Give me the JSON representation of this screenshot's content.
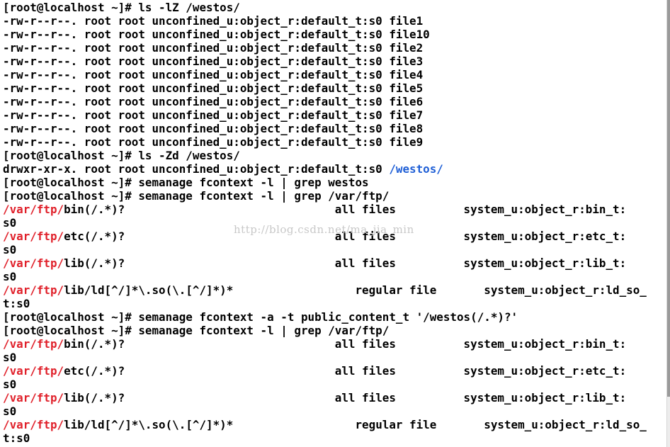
{
  "terminal": {
    "lines": [
      [
        {
          "t": "[root@localhost ~]# ls -lZ /westos/",
          "s": "plain"
        }
      ],
      [
        {
          "t": "-rw-r--r--. root root unconfined_u:object_r:default_t:s0 file1",
          "s": "plain"
        }
      ],
      [
        {
          "t": "-rw-r--r--. root root unconfined_u:object_r:default_t:s0 file10",
          "s": "plain"
        }
      ],
      [
        {
          "t": "-rw-r--r--. root root unconfined_u:object_r:default_t:s0 file2",
          "s": "plain"
        }
      ],
      [
        {
          "t": "-rw-r--r--. root root unconfined_u:object_r:default_t:s0 file3",
          "s": "plain"
        }
      ],
      [
        {
          "t": "-rw-r--r--. root root unconfined_u:object_r:default_t:s0 file4",
          "s": "plain"
        }
      ],
      [
        {
          "t": "-rw-r--r--. root root unconfined_u:object_r:default_t:s0 file5",
          "s": "plain"
        }
      ],
      [
        {
          "t": "-rw-r--r--. root root unconfined_u:object_r:default_t:s0 file6",
          "s": "plain"
        }
      ],
      [
        {
          "t": "-rw-r--r--. root root unconfined_u:object_r:default_t:s0 file7",
          "s": "plain"
        }
      ],
      [
        {
          "t": "-rw-r--r--. root root unconfined_u:object_r:default_t:s0 file8",
          "s": "plain"
        }
      ],
      [
        {
          "t": "-rw-r--r--. root root unconfined_u:object_r:default_t:s0 file9",
          "s": "plain"
        }
      ],
      [
        {
          "t": "[root@localhost ~]# ls -Zd /westos/",
          "s": "plain"
        }
      ],
      [
        {
          "t": "drwxr-xr-x. root root unconfined_u:object_r:default_t:s0 ",
          "s": "plain"
        },
        {
          "t": "/westos/",
          "s": "dir"
        }
      ],
      [
        {
          "t": "[root@localhost ~]# semanage fcontext -l | grep westos",
          "s": "plain"
        }
      ],
      [
        {
          "t": "[root@localhost ~]# semanage fcontext -l | grep /var/ftp/",
          "s": "plain"
        }
      ],
      [
        {
          "t": "/var/ftp/",
          "s": "path"
        },
        {
          "t": "bin(/.*)?                               all files          system_u:object_r:bin_t:",
          "s": "plain"
        }
      ],
      [
        {
          "t": "s0",
          "s": "plain"
        }
      ],
      [
        {
          "t": "/var/ftp/",
          "s": "path"
        },
        {
          "t": "etc(/.*)?                               all files          system_u:object_r:etc_t:",
          "s": "plain"
        }
      ],
      [
        {
          "t": "s0",
          "s": "plain"
        }
      ],
      [
        {
          "t": "/var/ftp/",
          "s": "path"
        },
        {
          "t": "lib(/.*)?                               all files          system_u:object_r:lib_t:",
          "s": "plain"
        }
      ],
      [
        {
          "t": "s0",
          "s": "plain"
        }
      ],
      [
        {
          "t": "/var/ftp/",
          "s": "path"
        },
        {
          "t": "lib/ld[^/]*\\.so(\\.[^/]*)*                  regular file       system_u:object_r:ld_so_",
          "s": "plain"
        }
      ],
      [
        {
          "t": "t:s0",
          "s": "plain"
        }
      ],
      [
        {
          "t": "[root@localhost ~]# semanage fcontext -a -t public_content_t '/westos(/.*)?'",
          "s": "plain"
        }
      ],
      [
        {
          "t": "[root@localhost ~]# semanage fcontext -l | grep /var/ftp/",
          "s": "plain"
        }
      ],
      [
        {
          "t": "/var/ftp/",
          "s": "path"
        },
        {
          "t": "bin(/.*)?                               all files          system_u:object_r:bin_t:",
          "s": "plain"
        }
      ],
      [
        {
          "t": "s0",
          "s": "plain"
        }
      ],
      [
        {
          "t": "/var/ftp/",
          "s": "path"
        },
        {
          "t": "etc(/.*)?                               all files          system_u:object_r:etc_t:",
          "s": "plain"
        }
      ],
      [
        {
          "t": "s0",
          "s": "plain"
        }
      ],
      [
        {
          "t": "/var/ftp/",
          "s": "path"
        },
        {
          "t": "lib(/.*)?                               all files          system_u:object_r:lib_t:",
          "s": "plain"
        }
      ],
      [
        {
          "t": "s0",
          "s": "plain"
        }
      ],
      [
        {
          "t": "/var/ftp/",
          "s": "path"
        },
        {
          "t": "lib/ld[^/]*\\.so(\\.[^/]*)*                  regular file       system_u:object_r:ld_so_",
          "s": "plain"
        }
      ],
      [
        {
          "t": "t:s0",
          "s": "plain"
        }
      ]
    ],
    "watermark": "http://blog.csdn.net/ma_jia_min"
  },
  "colors": {
    "background": "#ffffff",
    "text": "#000000",
    "path_highlight": "#e0202a",
    "directory_highlight": "#1f5fd6"
  }
}
